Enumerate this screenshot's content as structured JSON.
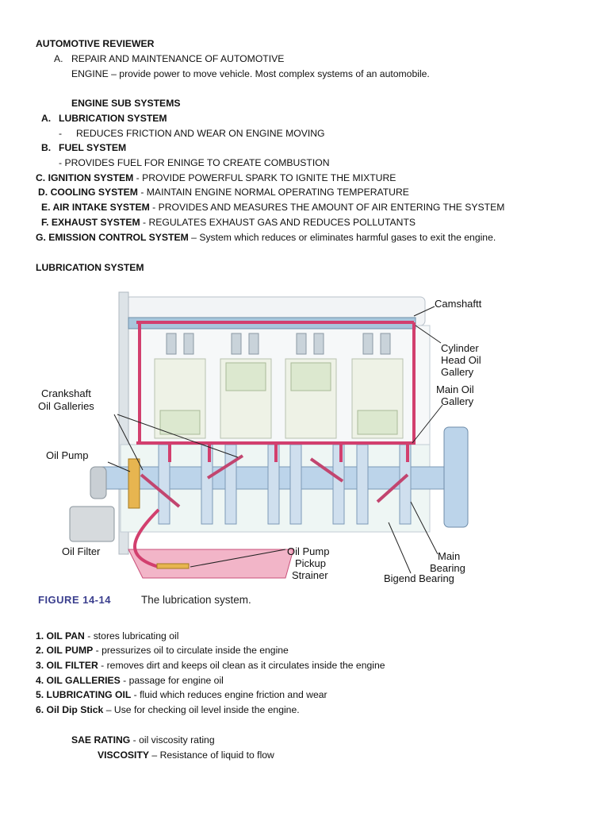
{
  "header": {
    "title": "AUTOMOTIVE REVIEWER",
    "sectionA_marker": "A.",
    "sectionA_title": "REPAIR AND MAINTENANCE OF AUTOMOTIVE",
    "engine_term": "ENGINE",
    "engine_def": " – provide power to move vehicle. Most complex systems of an automobile."
  },
  "subsystems": {
    "heading": "ENGINE SUB SYSTEMS",
    "items": [
      {
        "marker": "A.",
        "name": "LUBRICATION SYSTEM",
        "note_marker": "-",
        "note": "REDUCES FRICTION AND WEAR ON ENGINE MOVING"
      },
      {
        "marker": "B.",
        "name": "FUEL SYSTEM",
        "note": "- PROVIDES FUEL FOR ENINGE TO CREATE COMBUSTION"
      },
      {
        "name": "C. IGNITION SYSTEM",
        "desc": " - PROVIDE POWERFUL SPARK TO IGNITE THE MIXTURE"
      },
      {
        "name": "D. COOLING SYSTEM",
        "desc": " - MAINTAIN ENGINE NORMAL OPERATING TEMPERATURE"
      },
      {
        "name": "E. AIR INTAKE SYSTEM",
        "desc": " - PROVIDES AND MEASURES THE AMOUNT OF AIR ENTERING THE SYSTEM"
      },
      {
        "name": "F. EXHAUST SYSTEM",
        "desc": " - REGULATES EXHAUST GAS AND REDUCES POLLUTANTS"
      },
      {
        "name": "G. EMISSION CONTROL SYSTEM",
        "desc": " – System which reduces or eliminates harmful gases to exit the engine."
      }
    ]
  },
  "lubrication": {
    "heading": "LUBRICATION SYSTEM",
    "figure": {
      "labels": {
        "camshaft": "Camshaftt",
        "cyl1": "Cylinder",
        "cyl2": "Head Oil",
        "cyl3": "Gallery",
        "main1": "Main Oil",
        "main2": "Gallery",
        "crank1": "Crankshaft",
        "crank2": "Oil Galleries",
        "pump": "Oil Pump",
        "filter": "Oil Filter",
        "pick1": "Oil Pump",
        "pick2": "Pickup",
        "pick3": "Strainer",
        "bearing1": "Main",
        "bearing2": "Bearing",
        "bigend": "Bigend Bearing"
      },
      "caption_num": "FIGURE 14-14",
      "caption_text": "The lubrication system."
    },
    "parts": [
      {
        "term": "1. OIL PAN",
        "def": " - stores lubricating oil"
      },
      {
        "term": "2. OIL PUMP",
        "def": " - pressurizes oil to circulate inside the engine"
      },
      {
        "term": "3. OIL FILTER",
        "def": " - removes dirt and keeps oil clean as it circulates inside the engine"
      },
      {
        "term": "4. OIL GALLERIES",
        "def": " - passage for engine oil"
      },
      {
        "term": "5. LUBRICATING OIL",
        "def": " - fluid which reduces engine friction and wear"
      },
      {
        "term": "6. Oil Dip Stick",
        "def": " – Use for checking oil level inside the engine."
      }
    ],
    "sae_term": "SAE RATING",
    "sae_def": " - oil viscosity rating",
    "visc_term": "VISCOSITY",
    "visc_def": " – Resistance of liquid to flow"
  }
}
